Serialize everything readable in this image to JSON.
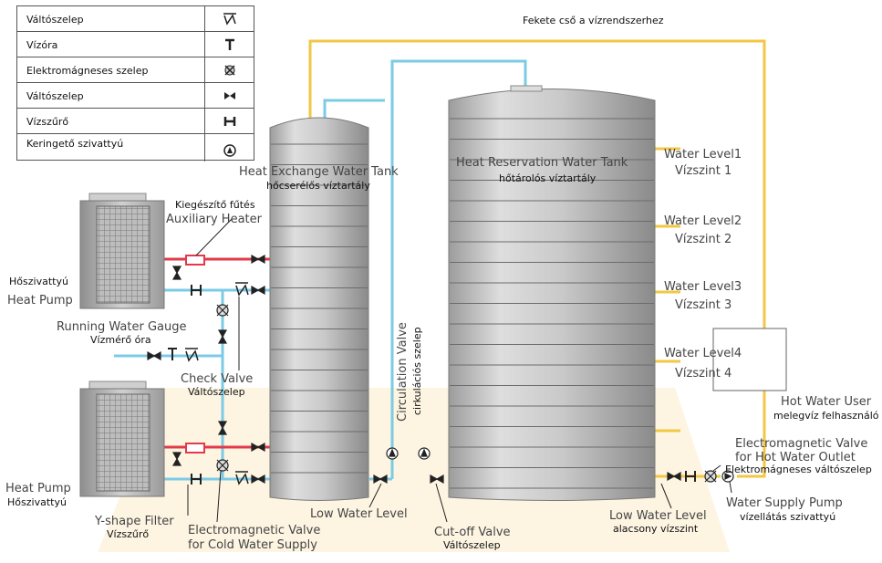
{
  "legend": [
    {
      "label": "Váltószelep",
      "icon": "check-valve-icon"
    },
    {
      "label": "Vízóra",
      "icon": "water-meter-icon"
    },
    {
      "label": "Elektromágneses szelep",
      "icon": "solenoid-valve-icon"
    },
    {
      "label": "Váltószelep",
      "icon": "gate-valve-icon"
    },
    {
      "label": "Vízszűrő",
      "icon": "filter-icon"
    },
    {
      "label": "Keringető szivattyú",
      "icon": "pump-icon"
    }
  ],
  "labels": {
    "top_pipe": "Fekete cső a vízrendszerhez",
    "heat_exchange_tank_en": "Heat Exchange Water Tank",
    "heat_exchange_tank_hu": "hőcserélős víztartály",
    "reservation_tank_en": "Heat Reservation Water Tank",
    "reservation_tank_hu": "hőtárolós víztartály",
    "aux_heater_hu": "Kiegészítő fűtés",
    "aux_heater_en": "Auxiliary Heater",
    "heat_pump_top_hu": "Hőszivattyú",
    "heat_pump_top_en": "Heat Pump",
    "water_gauge_en": "Running Water Gauge",
    "water_gauge_hu": "Vízmérő óra",
    "check_valve_en": "Check Valve",
    "check_valve_hu": "Váltószelep",
    "heat_pump_bottom_en": "Heat Pump",
    "heat_pump_bottom_hu": "Hőszivattyú",
    "y_filter_en": "Y-shape Filter",
    "y_filter_hu": "Vízszűrő",
    "cold_valve_en_1": "Electromagnetic Valve",
    "cold_valve_en_2": "for Cold Water Supply",
    "low_level_left": "Low Water Level",
    "circulation_valve_en": "Circulation Valve",
    "circulation_valve_hu": "cirkulációs szelep",
    "cutoff_valve_en": "Cut-off Valve",
    "cutoff_valve_hu": "Váltószelep",
    "low_level_right_en": "Low Water Level",
    "low_level_right_hu": "alacsony vízszint",
    "level1_en": "Water Level1",
    "level1_hu": "Vízszint 1",
    "level2_en": "Water Level2",
    "level2_hu": "Vízszint 2",
    "level3_en": "Water Level3",
    "level3_hu": "Vízszint 3",
    "level4_en": "Water Level4",
    "level4_hu": "Vízszint 4",
    "hot_user_en": "Hot Water User",
    "hot_user_hu": "melegvíz felhasználó",
    "hot_valve_en_1": "Electromagnetic Valve",
    "hot_valve_en_2": "for Hot Water Outlet",
    "hot_valve_hu": "Elektromágneses váltószelep",
    "supply_pump_en": "Water Supply Pump",
    "supply_pump_hu": "vízellátás szivattyú"
  },
  "colors": {
    "cold_pipe": "#7ccbe6",
    "hot_pipe": "#f2c744",
    "heater_pipe": "#e23a4a",
    "floor": "#fdf5e2",
    "tank_body": "#c6c6c6"
  }
}
